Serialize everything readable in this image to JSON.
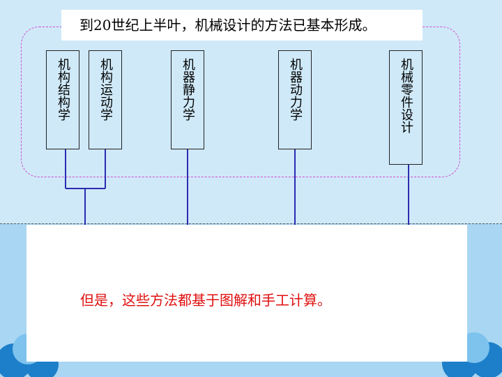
{
  "title": "到20世纪上半叶，机械设计的方法已基本形成。",
  "boxes": [
    {
      "label": "机构结构学"
    },
    {
      "label": "机构运动学"
    },
    {
      "label": "机器静力学"
    },
    {
      "label": "机器动力学"
    },
    {
      "label": "机械零件设计"
    }
  ],
  "note": "但是，这些方法都基于图解和手工计算。",
  "colors": {
    "line": "#2b2bb0",
    "frame": "#d14ad1",
    "note": "#e01010",
    "sky": "#cfe9f8",
    "sea": "#a9d6f2"
  }
}
